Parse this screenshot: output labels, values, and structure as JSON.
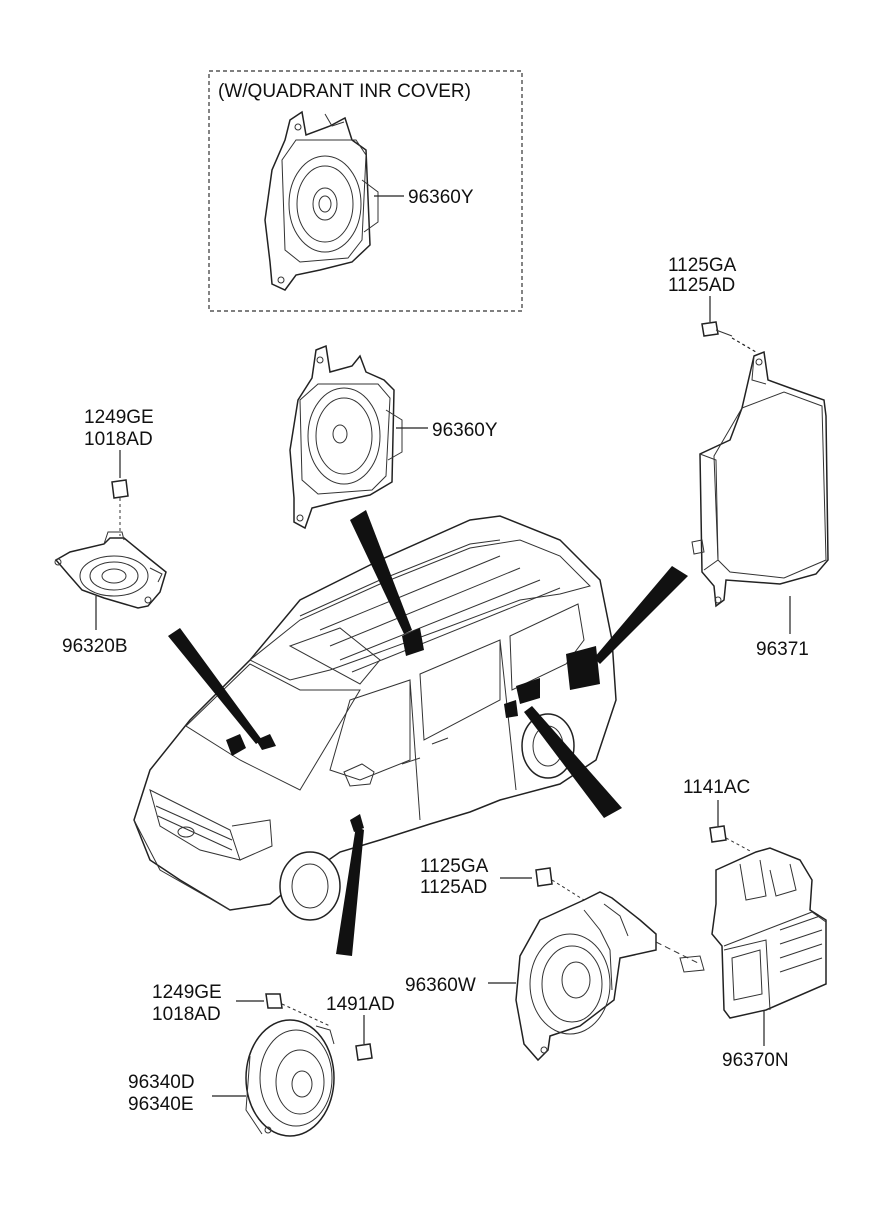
{
  "diagram": {
    "inset_title": "(W/QUADRANT INR COVER)",
    "labels": {
      "inset_speaker": "96360Y",
      "top_speaker": "96360Y",
      "bolt_amp_top_a": "1125GA",
      "bolt_amp_top_b": "1125AD",
      "amp_large": "96371",
      "tweeter_bolt_a": "1249GE",
      "tweeter_bolt_b": "1018AD",
      "tweeter": "96320B",
      "amp_small_bolt": "1141AC",
      "rear_bolt_a": "1125GA",
      "rear_bolt_b": "1125AD",
      "rear_speaker": "96360W",
      "amp_small": "96370N",
      "door_bolt_a": "1249GE",
      "door_bolt_b": "1018AD",
      "clip": "1491AD",
      "door_speaker_a": "96340D",
      "door_speaker_b": "96340E"
    }
  }
}
